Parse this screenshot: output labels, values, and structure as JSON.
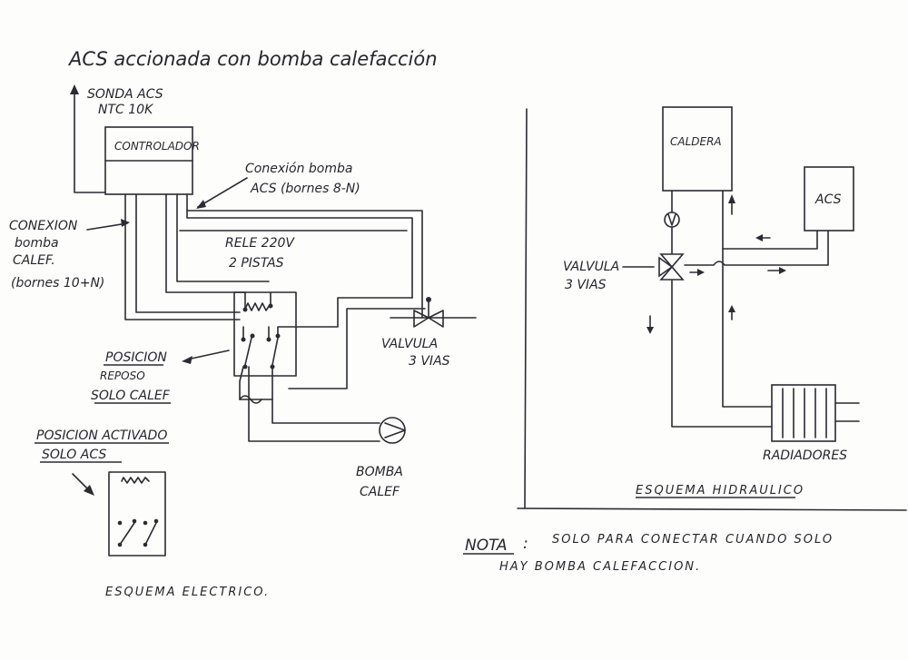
{
  "title": "ACS accionada con bomba calefacción",
  "electrical": {
    "sonda": [
      "SONDA ACS",
      "NTC 10K"
    ],
    "controller": "CONTROLADOR",
    "conexion_acs": [
      "Conexión bomba",
      "ACS (bornes 8-N)"
    ],
    "conexion_calef": [
      "CONEXION",
      "bomba",
      "CALEF.",
      "(bornes 10+N)"
    ],
    "rele": [
      "RELE 220V",
      "2 PISTAS"
    ],
    "valvula": [
      "VALVULA",
      "3 VIAS"
    ],
    "reposo": [
      "POSICION",
      "REPOSO",
      "SOLO CALEF"
    ],
    "activado": [
      "POSICION ACTIVADO",
      "SOLO ACS"
    ],
    "bomba": [
      "BOMBA",
      "CALEF"
    ],
    "caption": "ESQUEMA ELECTRICO."
  },
  "hydraulic": {
    "caldera": "CALDERA",
    "acs": "ACS",
    "valvula": [
      "VALVULA",
      "3 VIAS"
    ],
    "radiadores": "RADIADORES",
    "caption": "ESQUEMA HIDRAULICO"
  },
  "note": {
    "label": "NOTA",
    "colon": ":",
    "lines": [
      "SOLO PARA CONECTAR CUANDO SOLO",
      "HAY BOMBA CALEFACCION."
    ]
  }
}
